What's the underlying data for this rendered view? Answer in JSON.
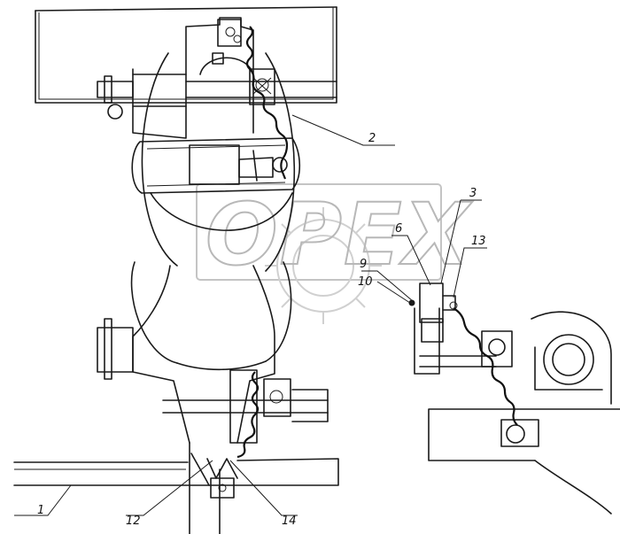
{
  "watermark": {
    "text": "OPEX"
  },
  "callouts": [
    {
      "id": "1",
      "label": "1"
    },
    {
      "id": "2",
      "label": "2"
    },
    {
      "id": "3",
      "label": "3"
    },
    {
      "id": "6",
      "label": "6"
    },
    {
      "id": "9",
      "label": "9"
    },
    {
      "id": "10",
      "label": "10"
    },
    {
      "id": "12",
      "label": "12"
    },
    {
      "id": "13",
      "label": "13"
    },
    {
      "id": "14",
      "label": "14"
    }
  ],
  "colors": {
    "ink": "#1a1a1a",
    "watermark": "#b8b8b8",
    "background": "#ffffff"
  }
}
